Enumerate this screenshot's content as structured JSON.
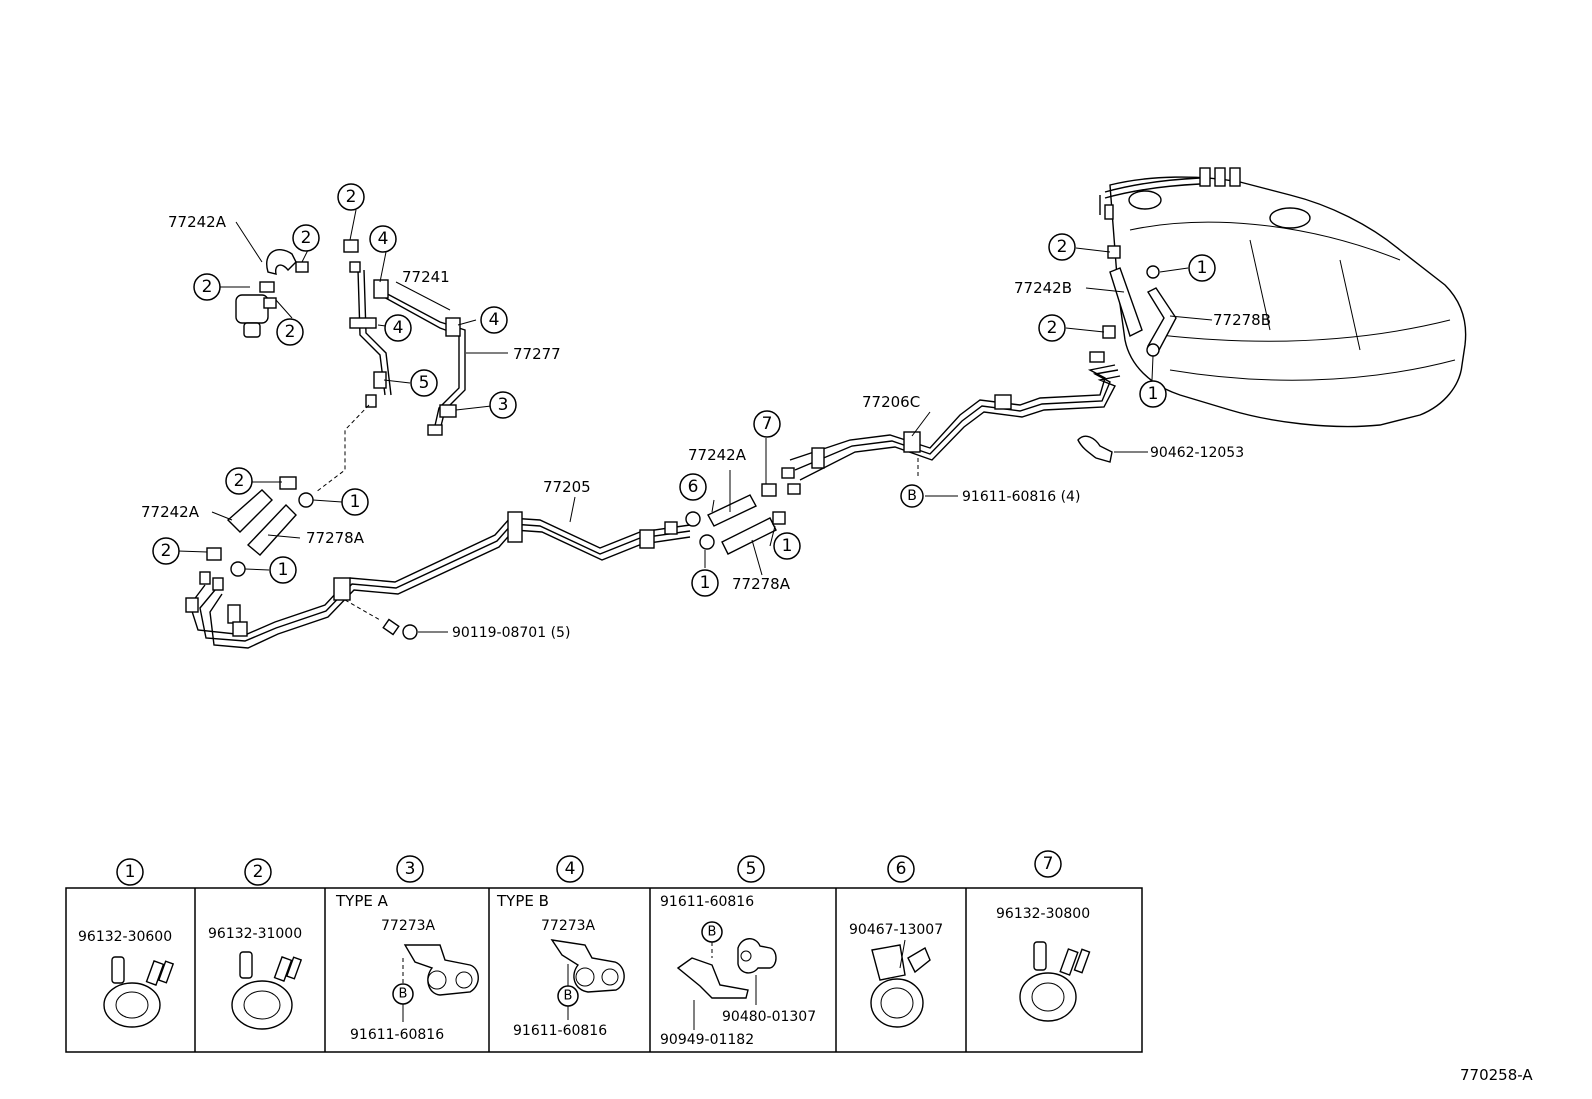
{
  "diagram_code": "770258-A",
  "callouts": {
    "c1": "1",
    "c2": "2",
    "c3": "3",
    "c4": "4",
    "c5": "5",
    "c6": "6",
    "c7": "7",
    "cB": "B"
  },
  "part_labels": {
    "p77242A_top": "77242A",
    "p77241": "77241",
    "p77277": "77277",
    "p77242A_left": "77242A",
    "p77278A_left": "77278A",
    "p90119": "90119-08701 (5)",
    "p77205": "77205",
    "p77242A_mid": "77242A",
    "p77278A_mid": "77278A",
    "p77206C": "77206C",
    "p91611_main": "91611-60816 (4)",
    "p77242B": "77242B",
    "p77278B": "77278B",
    "p90462": "90462-12053"
  },
  "legend": [
    {
      "num": "1",
      "type": "",
      "part1": "96132-30600",
      "part2": "",
      "part3": "",
      "part4": ""
    },
    {
      "num": "2",
      "type": "",
      "part1": "96132-31000",
      "part2": "",
      "part3": "",
      "part4": ""
    },
    {
      "num": "3",
      "type": "TYPE A",
      "part1": "77273A",
      "part2": "91611-60816",
      "part3": "",
      "part4": ""
    },
    {
      "num": "4",
      "type": "TYPE B",
      "part1": "77273A",
      "part2": "91611-60816",
      "part3": "",
      "part4": ""
    },
    {
      "num": "5",
      "type": "",
      "part1": "91611-60816",
      "part2": "90480-01307",
      "part3": "90949-01182",
      "part4": ""
    },
    {
      "num": "6",
      "type": "",
      "part1": "90467-13007",
      "part2": "",
      "part3": "",
      "part4": ""
    },
    {
      "num": "7",
      "type": "",
      "part1": "96132-30800",
      "part2": "",
      "part3": "",
      "part4": ""
    }
  ]
}
